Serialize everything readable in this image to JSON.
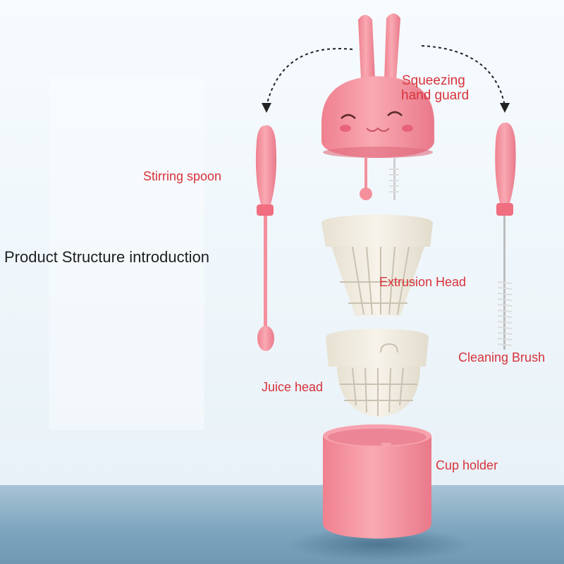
{
  "title": "Product Structure introduction",
  "labels": {
    "squeezing_line1": "Squeezing",
    "squeezing_line2": "hand guard",
    "stirring_spoon": "Stirring spoon",
    "extrusion_head": "Extrusion Head",
    "cleaning_brush": "Cleaning Brush",
    "juice_head": "Juice head",
    "cup_holder": "Cup holder"
  },
  "colors": {
    "pink": "#f4909c",
    "pink_dark": "#e06b7c",
    "cream": "#f1ece0",
    "label_red": "#d8323a"
  }
}
